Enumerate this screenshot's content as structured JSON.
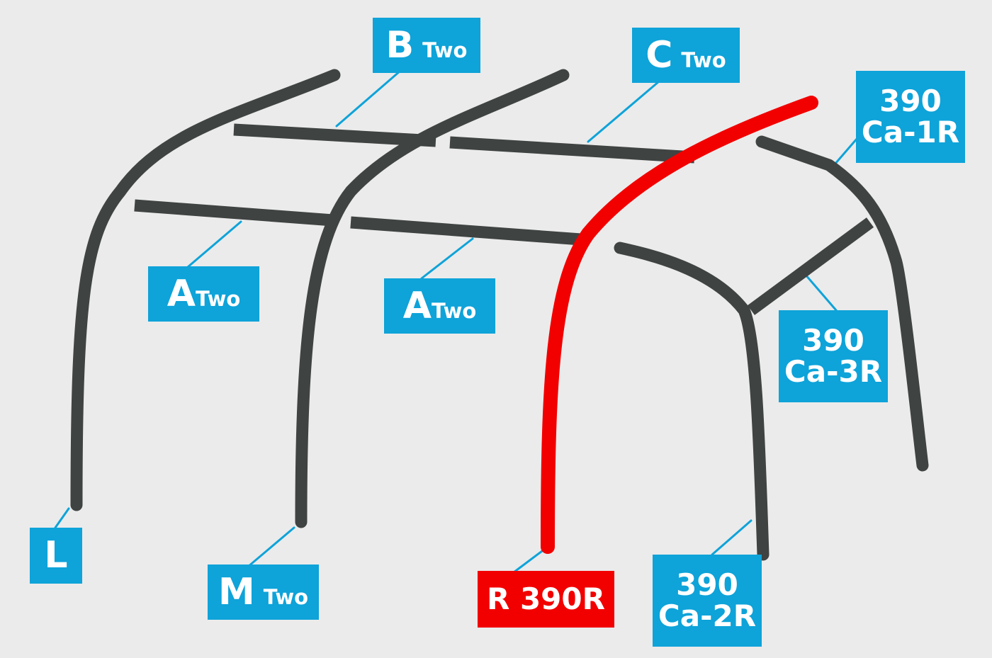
{
  "colors": {
    "background": "#ebebeb",
    "pole_dark": "#3f4342",
    "pole_highlight": "#f20000",
    "label_blue": "#0ea3d9",
    "label_red": "#f20000",
    "leader_line": "#0ea3d9"
  },
  "labels": {
    "b": {
      "main": "B",
      "sub": "Two"
    },
    "c": {
      "main": "C",
      "sub": "Two"
    },
    "ca1": {
      "line1": "390",
      "line2": "Ca-1R"
    },
    "a_left": {
      "main": "A",
      "sub": "Two"
    },
    "a_mid": {
      "main": "A",
      "sub": "Two"
    },
    "ca3": {
      "line1": "390",
      "line2": "Ca-3R"
    },
    "l": {
      "main": "L"
    },
    "m": {
      "main": "M",
      "sub": "Two"
    },
    "r": {
      "main": "R 390R"
    },
    "ca2": {
      "line1": "390",
      "line2": "Ca-2R"
    }
  }
}
